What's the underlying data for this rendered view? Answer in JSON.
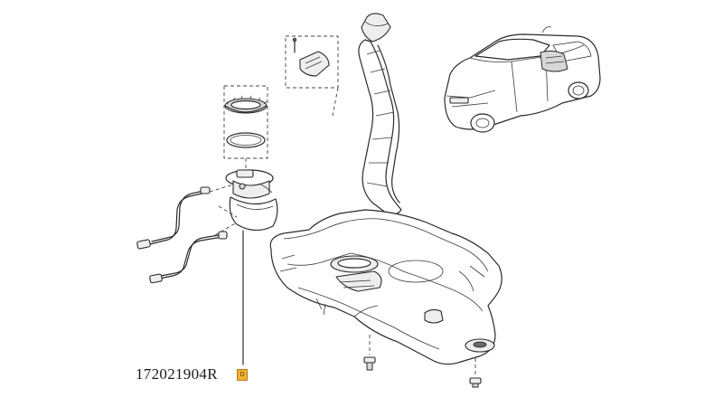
{
  "part": {
    "number": "172021904R",
    "badge": "D",
    "badge_color": "#f2b233"
  },
  "parts": [
    {
      "name": "fuel-pump-module"
    },
    {
      "name": "lock-ring"
    },
    {
      "name": "seal-ring"
    },
    {
      "name": "fuel-tank"
    },
    {
      "name": "filler-neck"
    },
    {
      "name": "filler-flap"
    },
    {
      "name": "fuel-lines"
    },
    {
      "name": "vehicle-location"
    }
  ]
}
